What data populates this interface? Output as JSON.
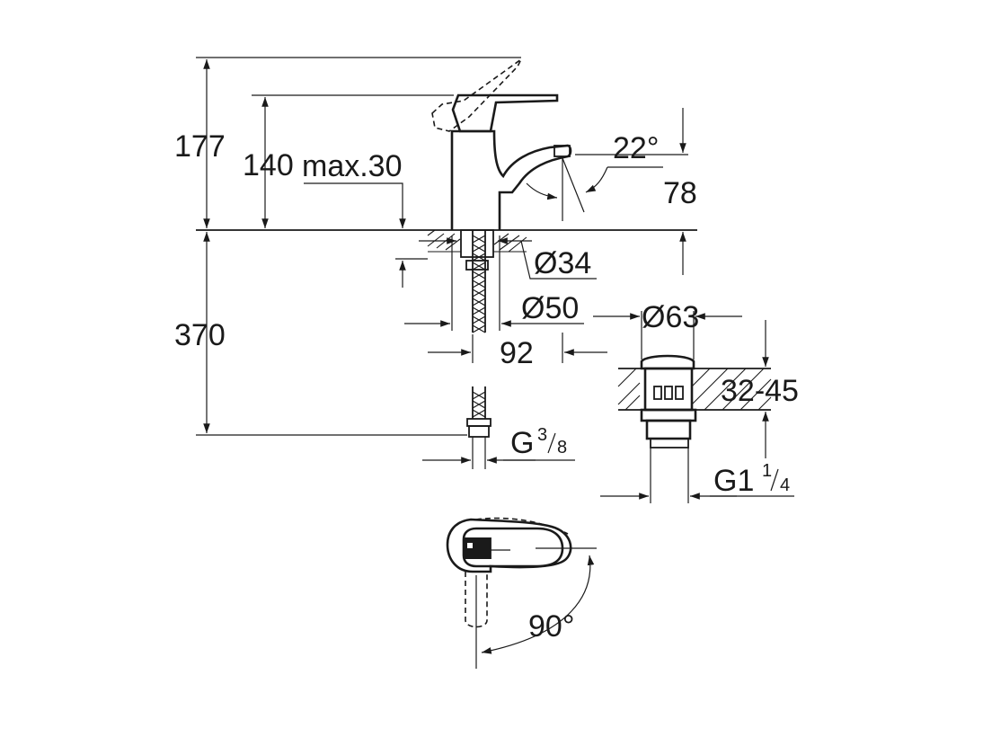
{
  "dimensions": {
    "overall_height": "177",
    "lever_height": "140",
    "deck_thickness": "max.30",
    "spout_angle": "22°",
    "spout_height": "78",
    "hole_diameter": "Ø34",
    "base_diameter": "Ø50",
    "waste_diameter": "Ø63",
    "spout_reach": "92",
    "hose_length": "370",
    "basin_thickness": "32-45",
    "inlet_thread_prefix": "G",
    "inlet_thread_num": "3",
    "inlet_thread_den": "8",
    "waste_thread_prefix": "G1",
    "waste_thread_num": "1",
    "waste_thread_den": "4",
    "lever_rotation": "90°"
  }
}
